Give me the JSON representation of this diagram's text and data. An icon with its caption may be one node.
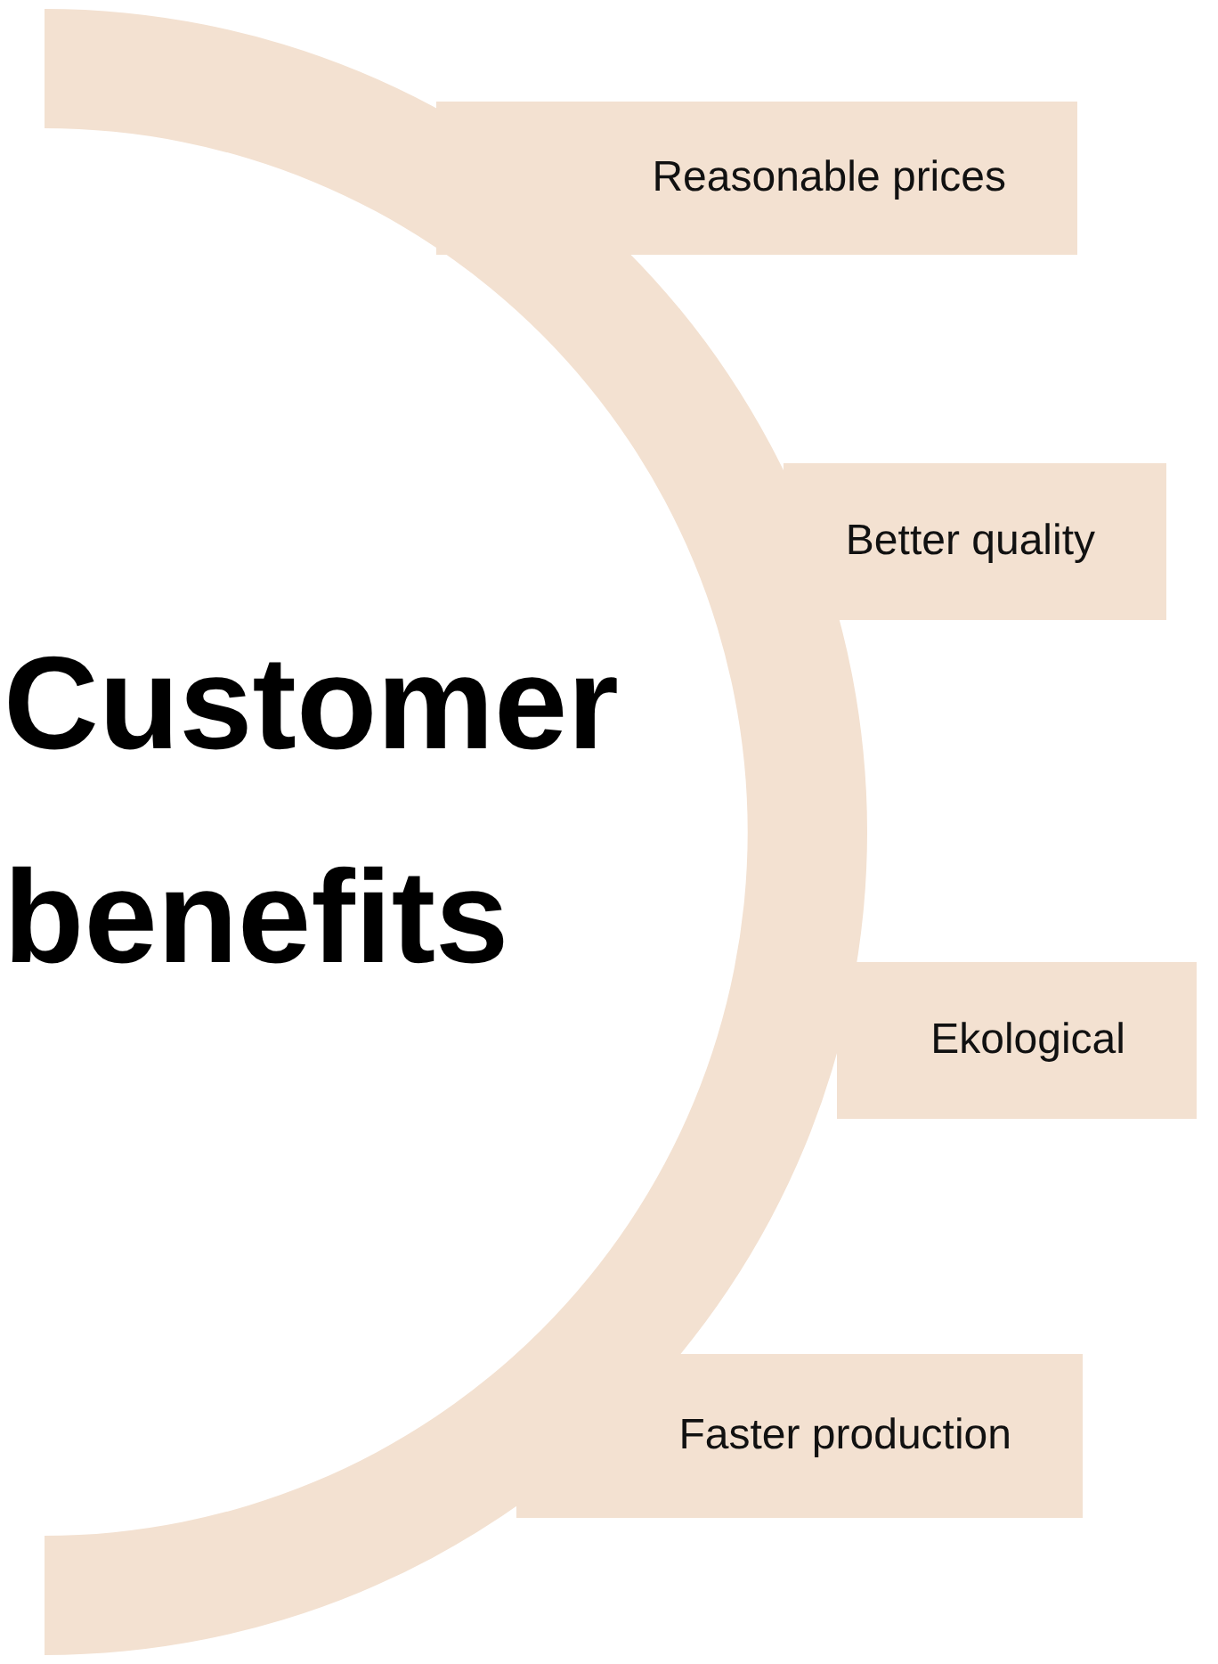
{
  "diagram": {
    "title": "Customer benefits",
    "nodes": [
      {
        "text": [
          "Reasonable prices"
        ]
      },
      {
        "text": [
          "Better quality"
        ]
      },
      {
        "text": [
          "Ekological"
        ]
      },
      {
        "text": [
          "Faster production"
        ]
      }
    ]
  }
}
